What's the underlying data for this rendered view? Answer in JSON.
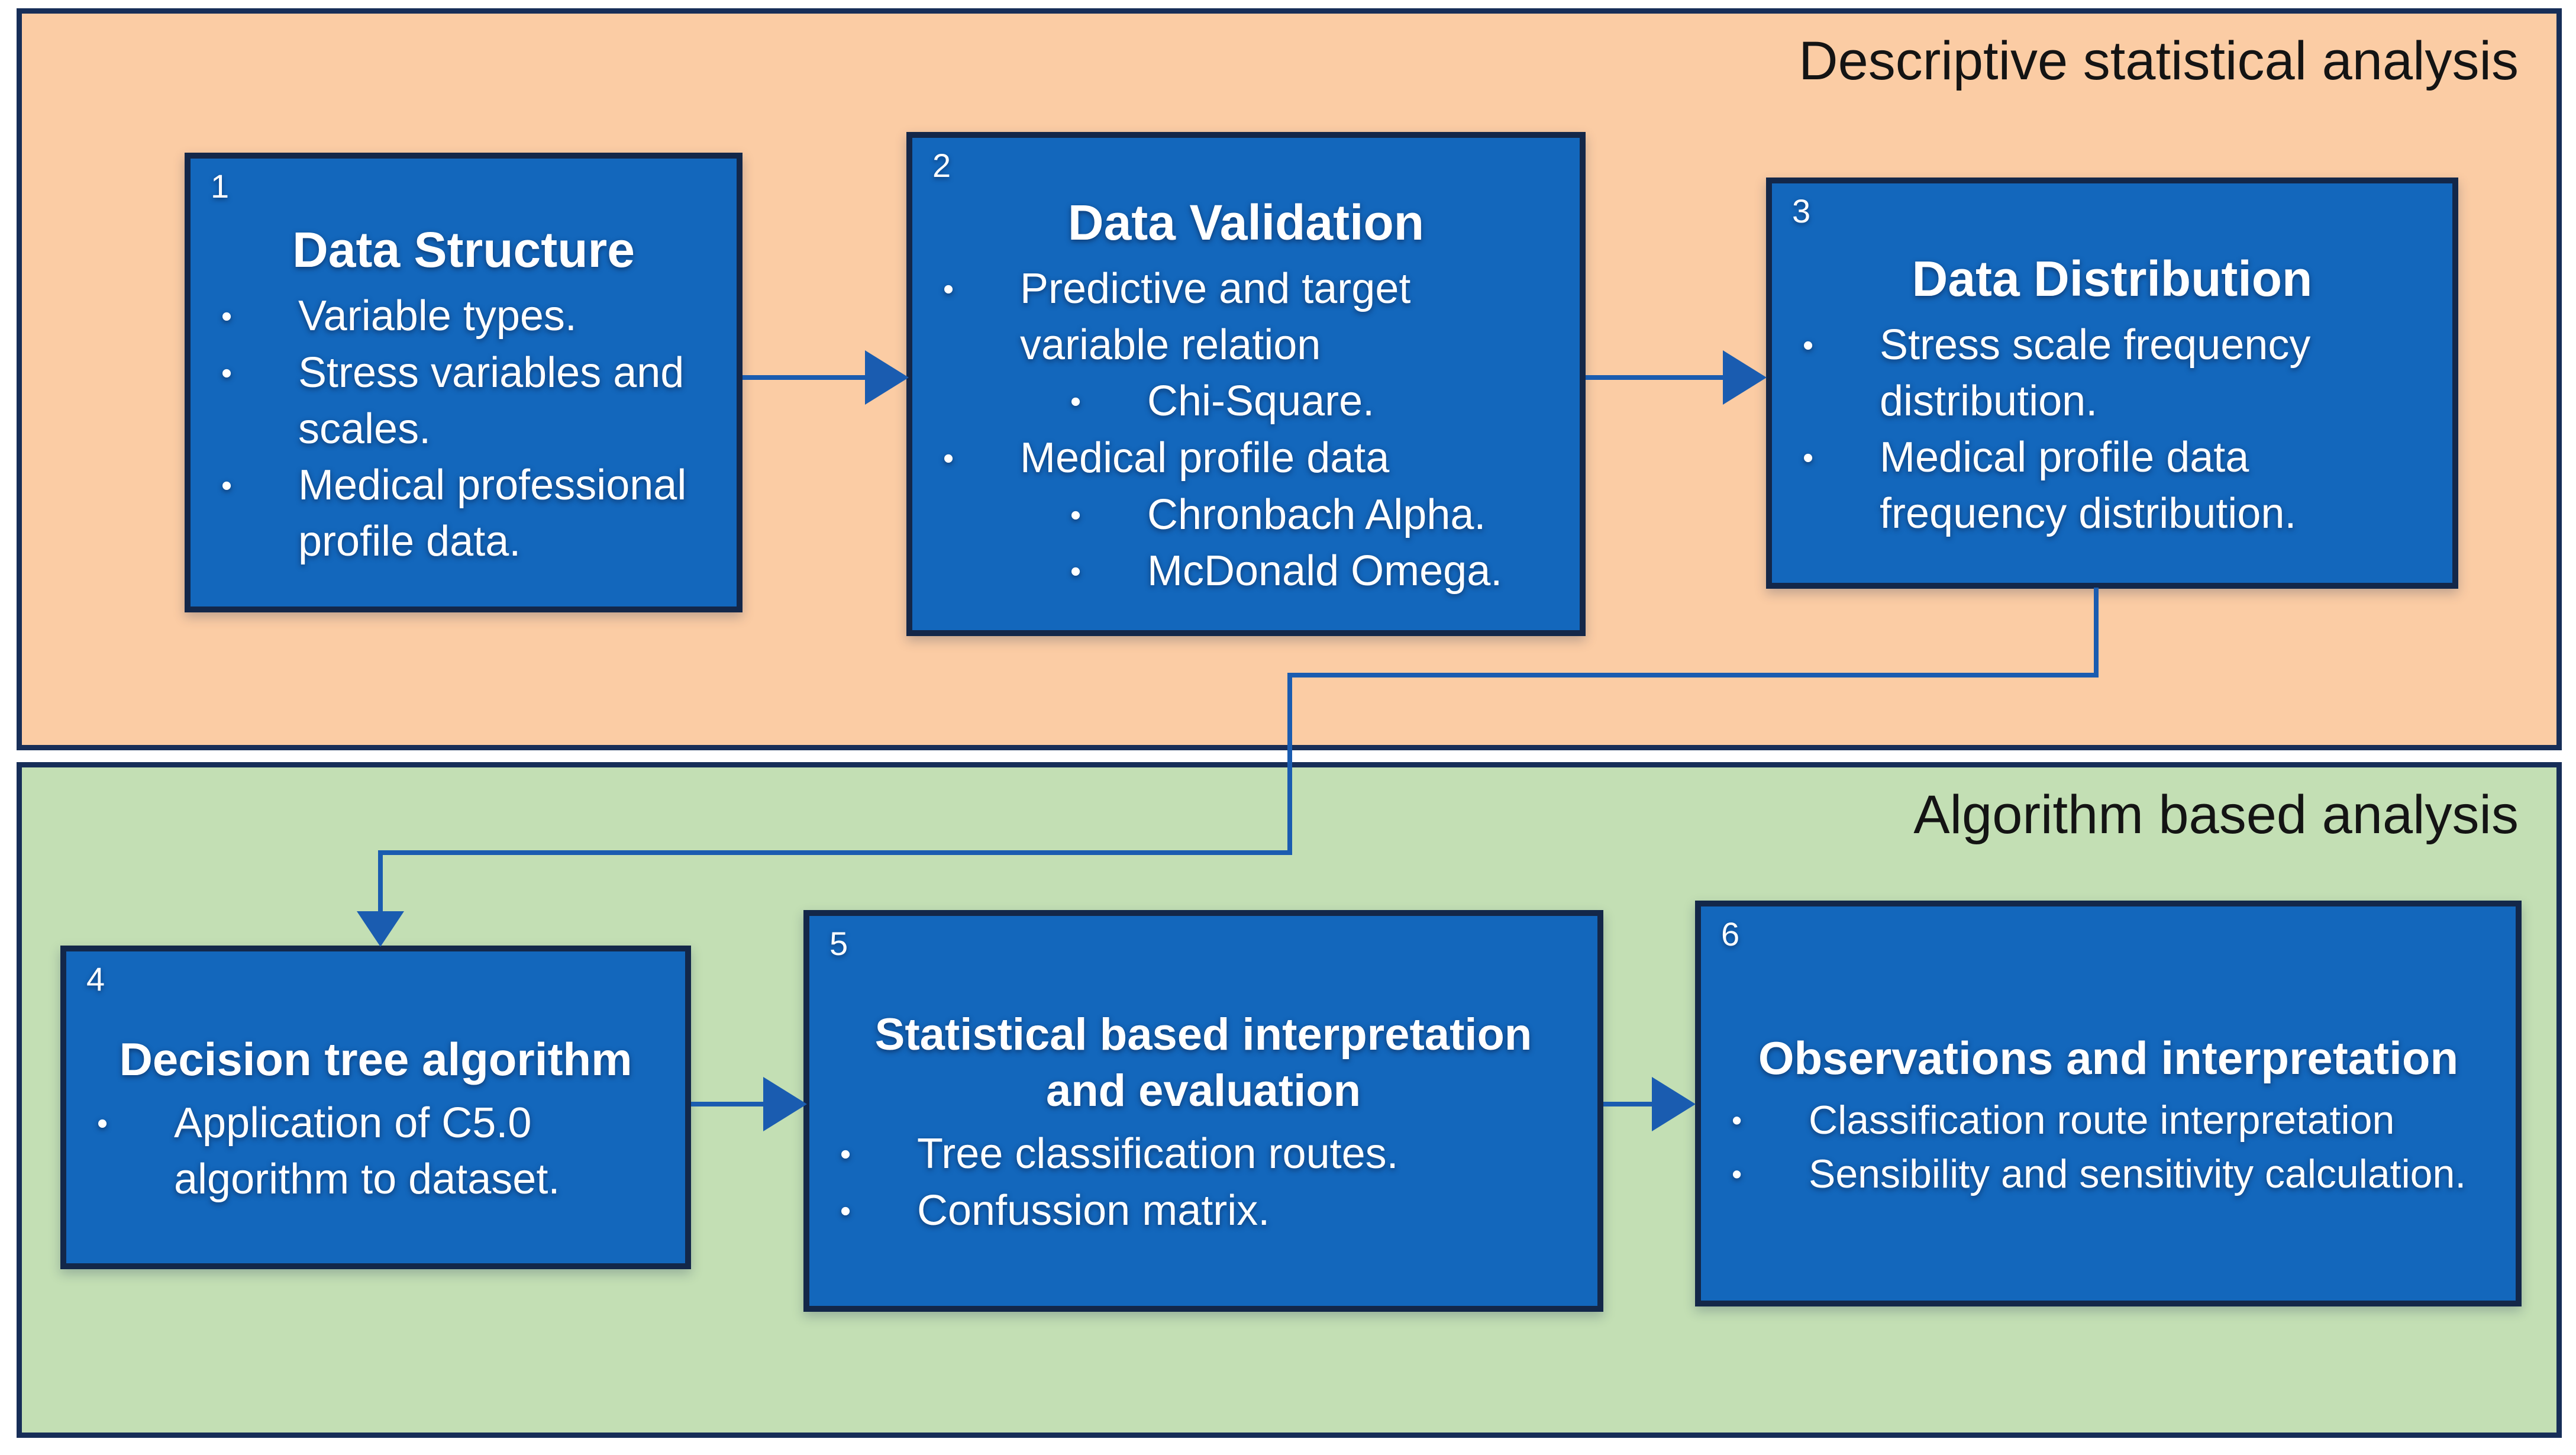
{
  "glyphs": {
    "bullet": "•"
  },
  "colors": {
    "section_descriptive_bg": "#FBCCA4",
    "section_algorithm_bg": "#C3DFB4",
    "frame_border": "#172E58",
    "node_fill": "#1367BC",
    "node_border": "#132749",
    "node_text": "#FFFFFF",
    "connector": "#1A5CB0",
    "section_label_text": "#141414",
    "divider_gap": "#FFFFFF"
  },
  "connections": [
    {
      "from": "1",
      "to": "2",
      "type": "straight-right"
    },
    {
      "from": "2",
      "to": "3",
      "type": "straight-right"
    },
    {
      "from": "3",
      "to": "4",
      "type": "elbow-down-left-down"
    },
    {
      "from": "4",
      "to": "5",
      "type": "straight-right"
    },
    {
      "from": "5",
      "to": "6",
      "type": "straight-right"
    }
  ],
  "sections": [
    {
      "label": "Descriptive statistical analysis",
      "boxes": [
        {
          "number": "1",
          "title": "Data Structure",
          "bullets": [
            {
              "level": 1,
              "text": "Variable types."
            },
            {
              "level": 1,
              "text": "Stress variables and scales."
            },
            {
              "level": 1,
              "text": "Medical professional profile data."
            }
          ]
        },
        {
          "number": "2",
          "title": "Data Validation",
          "bullets": [
            {
              "level": 1,
              "text": "Predictive and target variable relation"
            },
            {
              "level": 2,
              "text": "Chi-Square."
            },
            {
              "level": 1,
              "text": "Medical profile data"
            },
            {
              "level": 2,
              "text": "Chronbach Alpha."
            },
            {
              "level": 2,
              "text": "McDonald Omega."
            }
          ]
        },
        {
          "number": "3",
          "title": "Data Distribution",
          "bullets": [
            {
              "level": 1,
              "text": "Stress scale frequency distribution."
            },
            {
              "level": 1,
              "text": "Medical profile data frequency distribution."
            }
          ]
        }
      ]
    },
    {
      "label": "Algorithm based analysis",
      "boxes": [
        {
          "number": "4",
          "title": "Decision tree algorithm",
          "bullets": [
            {
              "level": 1,
              "text": "Application of C5.0 algorithm to dataset."
            }
          ]
        },
        {
          "number": "5",
          "title": "Statistical based interpretation and evaluation",
          "bullets": [
            {
              "level": 1,
              "text": "Tree classification routes."
            },
            {
              "level": 1,
              "text": "Confussion matrix."
            }
          ]
        },
        {
          "number": "6",
          "title": "Observations and interpretation",
          "bullets": [
            {
              "level": 1,
              "text": "Classification route interpretation"
            },
            {
              "level": 1,
              "text": "Sensibility and sensitivity calculation."
            }
          ]
        }
      ]
    }
  ]
}
